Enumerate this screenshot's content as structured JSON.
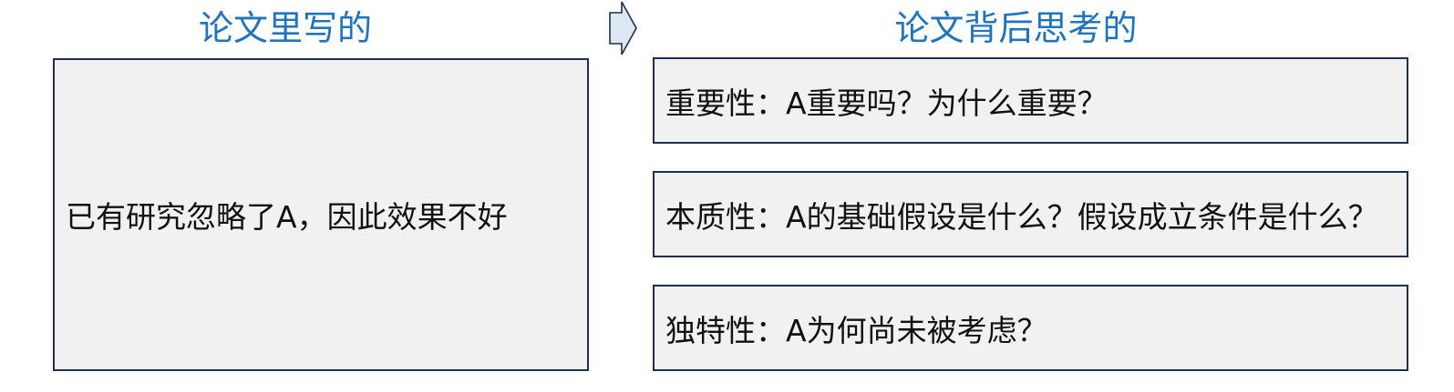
{
  "left_column": {
    "heading": "论文里写的",
    "statement": "已有研究忽略了A，因此效果不好"
  },
  "right_column": {
    "heading": "论文背后思考的",
    "items": [
      {
        "label": "重要性：A重要吗？为什么重要？"
      },
      {
        "label": "本质性：A的基础假设是什么？假设成立条件是什么？"
      },
      {
        "label": "独特性：A为何尚未被考虑？"
      }
    ]
  },
  "colors": {
    "heading": "#1f74c0",
    "box_fill": "#f1f1f1",
    "box_border": "#1f2f4f",
    "arrow_fill": "#dde6f3",
    "arrow_stroke": "#1f2f4f"
  }
}
